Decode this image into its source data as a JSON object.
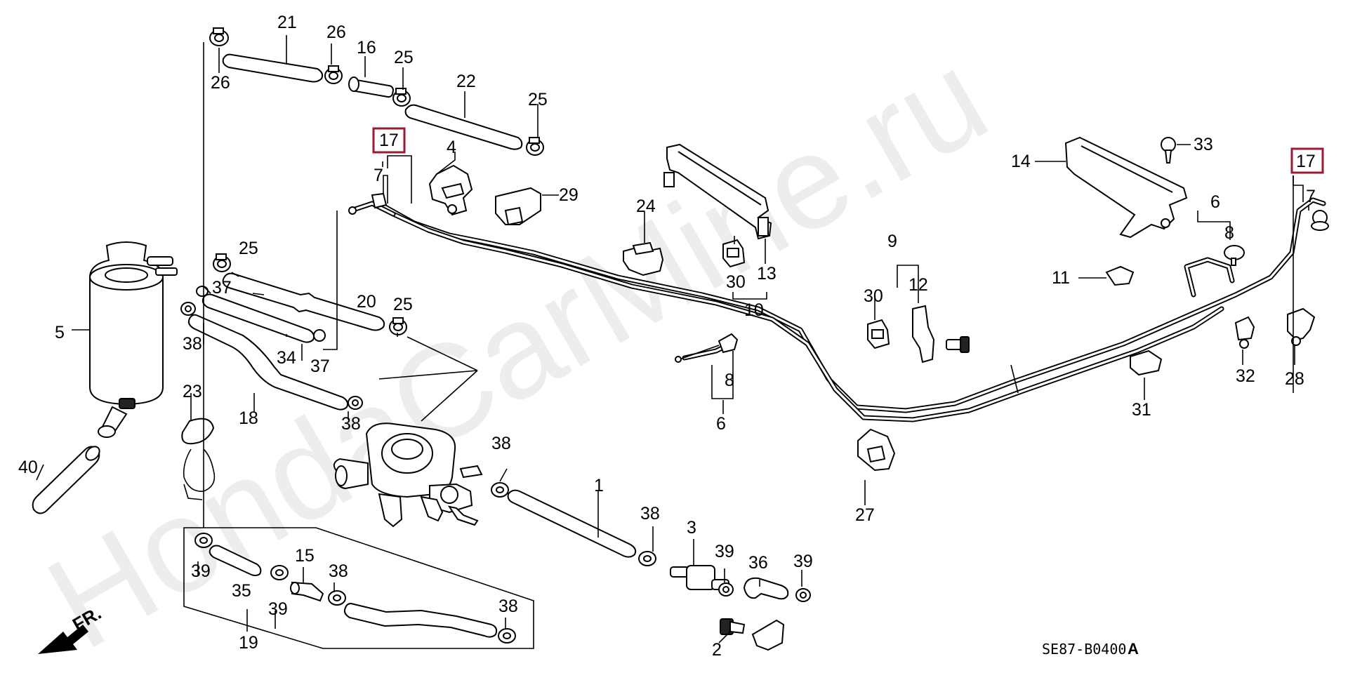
{
  "watermark": "HondaCarMine.ru",
  "diagram_code": "SE87-B0400",
  "diagram_code_suffix": "A",
  "front_indicator": "FR.",
  "labels": {
    "p1": "1",
    "p2": "2",
    "p3": "3",
    "p4": "4",
    "p5": "5",
    "p6a": "6",
    "p6b": "6",
    "p7a": "7",
    "p7b": "7",
    "p8a": "8",
    "p8b": "8",
    "p9": "9",
    "p10": "10",
    "p11": "11",
    "p12": "12",
    "p13": "13",
    "p14": "14",
    "p15": "15",
    "p16": "16",
    "p17a": "17",
    "p17b": "17",
    "p18": "18",
    "p19": "19",
    "p20": "20",
    "p21": "21",
    "p22": "22",
    "p23": "23",
    "p24": "24",
    "p25a": "25",
    "p25b": "25",
    "p25c": "25",
    "p25d": "25",
    "p26a": "26",
    "p26b": "26",
    "p27": "27",
    "p28": "28",
    "p29": "29",
    "p30a": "30",
    "p30b": "30",
    "p31": "31",
    "p32": "32",
    "p33": "33",
    "p34": "34",
    "p35": "35",
    "p36": "36",
    "p37a": "37",
    "p37b": "37",
    "p38a": "38",
    "p38b": "38",
    "p38c": "38",
    "p38d": "38",
    "p38e": "38",
    "p38f": "38",
    "p39a": "39",
    "p39b": "39",
    "p39c": "39",
    "p39d": "39",
    "p40": "40"
  },
  "colors": {
    "highlight_box": "#9b1b30",
    "ink": "#000000",
    "background": "#ffffff"
  }
}
